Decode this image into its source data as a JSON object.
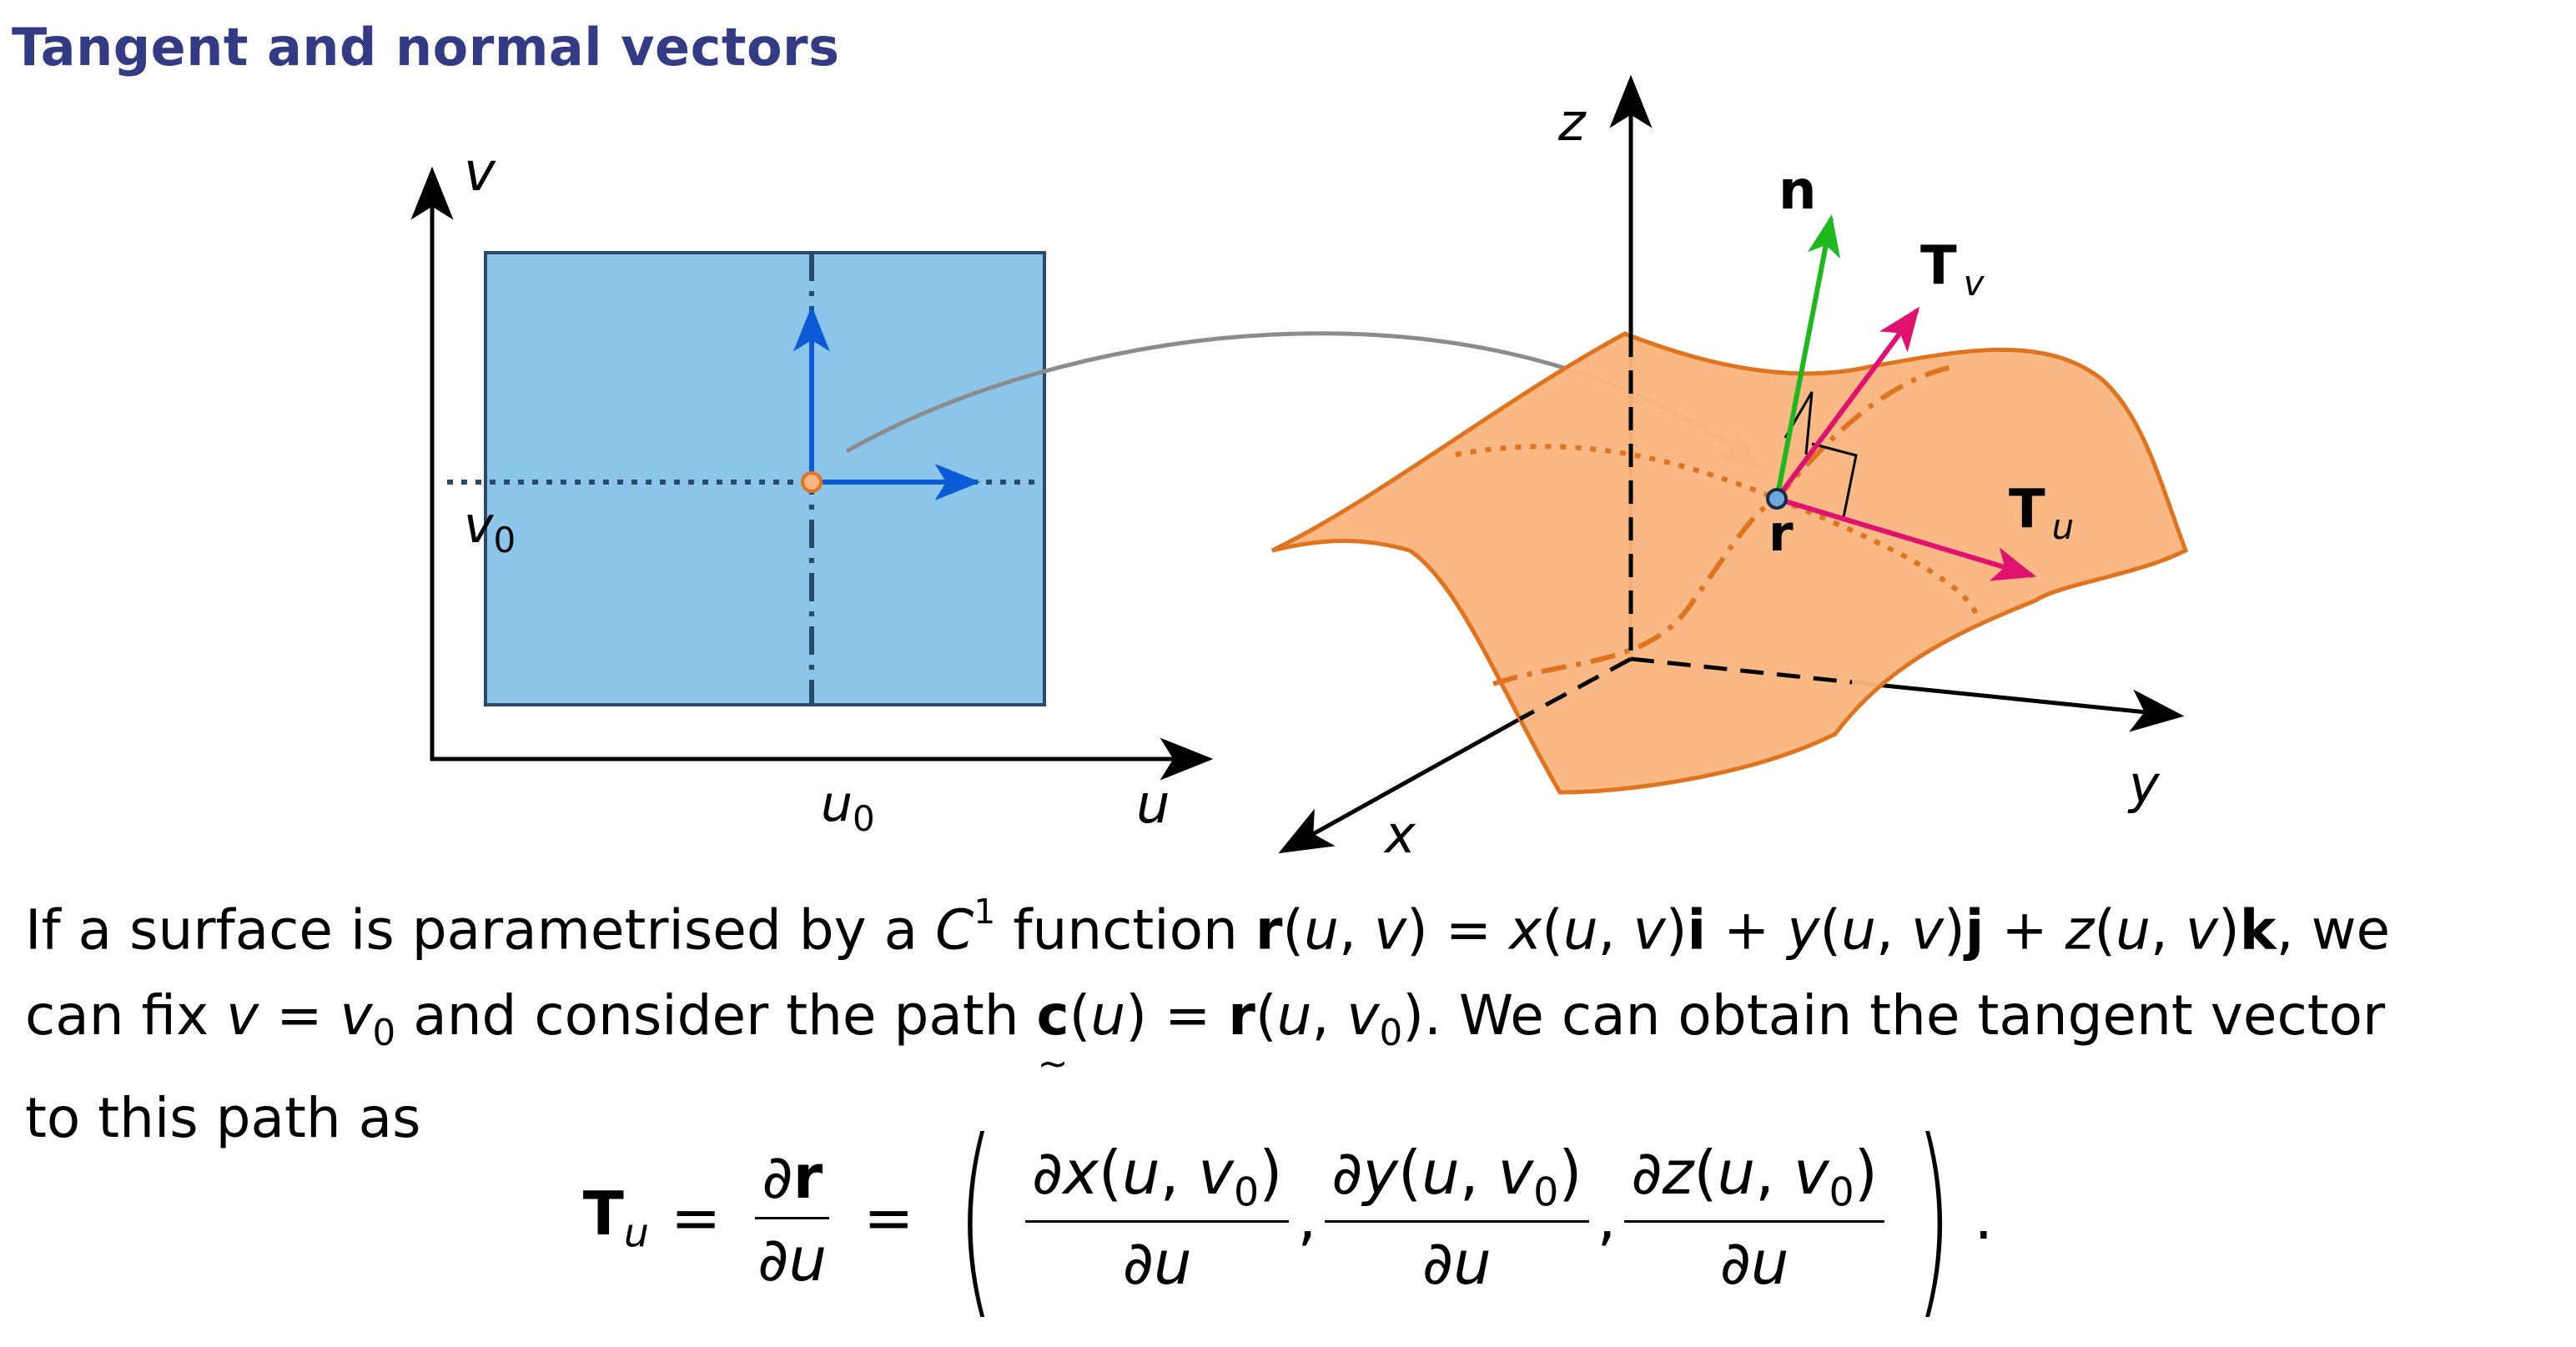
{
  "title": "Tangent and normal vectors",
  "diagram": {
    "domain_axes": {
      "u": "u",
      "v": "v"
    },
    "domain_ticks": {
      "u0": "u",
      "u0_sub": "0",
      "v0": "v",
      "v0_sub": "0"
    },
    "space_axes": {
      "x": "x",
      "y": "y",
      "z": "z"
    },
    "vectors": {
      "n": "n",
      "Tv": "T",
      "Tv_sub": "v",
      "Tu": "T",
      "Tu_sub": "u",
      "r": "r"
    },
    "colors": {
      "domain_fill": "#8bc6ea",
      "surface_fill": "#f9b57f",
      "surface_stroke": "#e0731d",
      "normal": "#1db81d",
      "tangent": "#e0116f",
      "domain_arrow": "#0c5bd6",
      "map_arrow": "#8c8c8c",
      "point_fill": "#6fa8dc"
    }
  },
  "paragraph": {
    "t1": "If a surface is parametrised by a ",
    "C": "C",
    "C_sup": "1",
    "t2": " function ",
    "t3": ", we",
    "t4": "can fix ",
    "t5": " and consider the path ",
    "t6": ". We can obtain the tangent vector",
    "t7": "to this path as"
  },
  "equation": {
    "T": "T",
    "T_sub": "u"
  }
}
